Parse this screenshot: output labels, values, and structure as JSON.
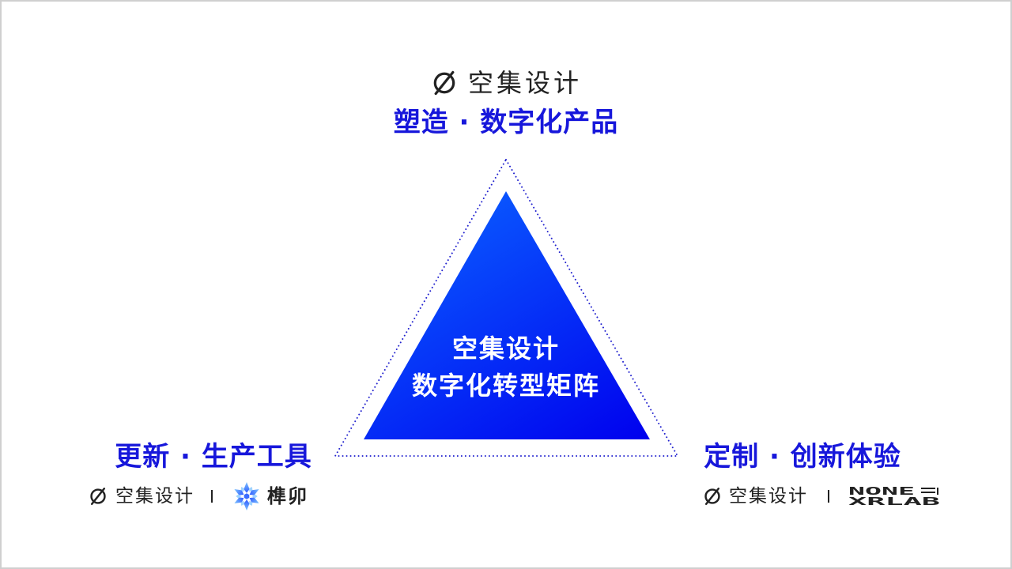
{
  "colors": {
    "accent": "#1717db",
    "logo_text": "#222222",
    "triangle_gradient_start": "#0a5cff",
    "triangle_gradient_end": "#0000ee",
    "dotted_outline": "#2323cf"
  },
  "icons": {
    "brand_mark": "empty-set-icon",
    "left_partner_mark": "snowflake-icon"
  },
  "top": {
    "logo_text": "空集设计",
    "title": "塑造 · 数字化产品"
  },
  "center": {
    "line1": "空集设计",
    "line2": "数字化转型矩阵"
  },
  "left": {
    "title": "更新 · 生产工具",
    "logo_text": "空集设计",
    "partner_name": "榫卯"
  },
  "right": {
    "title": "定制 · 创新体验",
    "logo_text": "空集设计",
    "partner_logo_lines": [
      "NONE",
      "XRLAB"
    ]
  }
}
